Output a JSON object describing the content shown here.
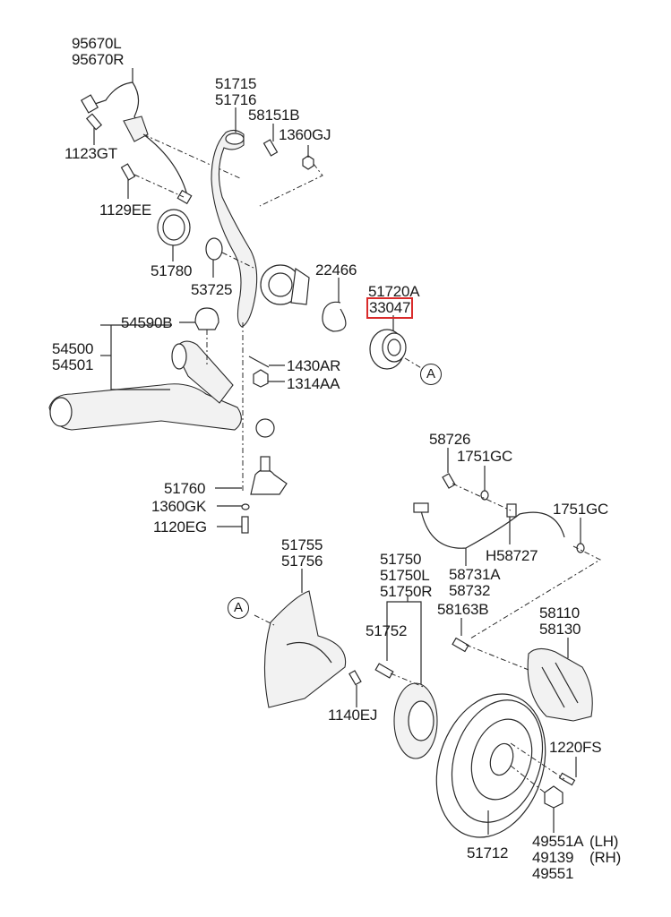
{
  "diagram": {
    "title": "Front Axle / Knuckle / Brake Exploded Parts Diagram",
    "highlight_color": "#d92b2b",
    "highlighted_part": "33047",
    "reference_marker": "A",
    "labels": {
      "p95670": [
        "95670L",
        "95670R"
      ],
      "p1123GT": [
        "1123GT"
      ],
      "p1129EE": [
        "1129EE"
      ],
      "p51715": [
        "51715",
        "51716"
      ],
      "p58151B": [
        "58151B"
      ],
      "p1360GJ": [
        "1360GJ"
      ],
      "p51780": [
        "51780"
      ],
      "p53725": [
        "53725"
      ],
      "p22466": [
        "22466"
      ],
      "p51720A": [
        "51720A"
      ],
      "p33047": [
        "33047"
      ],
      "p54590B": [
        "54590B"
      ],
      "p54500": [
        "54500",
        "54501"
      ],
      "p1430AR": [
        "1430AR"
      ],
      "p1314AA": [
        "1314AA"
      ],
      "p51760": [
        "51760"
      ],
      "p1360GK": [
        "1360GK"
      ],
      "p1120EG": [
        "1120EG"
      ],
      "p58726": [
        "58726"
      ],
      "p1751GC_a": [
        "1751GC"
      ],
      "p1751GC_b": [
        "1751GC"
      ],
      "pH58727": [
        "H58727"
      ],
      "p58731A": [
        "58731A",
        "58732"
      ],
      "p51755": [
        "51755",
        "51756"
      ],
      "p51750": [
        "51750",
        "51750L",
        "51750R"
      ],
      "p58163B": [
        "58163B"
      ],
      "p58110": [
        "58110",
        "58130"
      ],
      "p51752": [
        "51752"
      ],
      "p1140EJ": [
        "1140EJ"
      ],
      "p1220FS": [
        "1220FS"
      ],
      "p51712": [
        "51712"
      ],
      "p49551": [
        "49551A",
        "49139",
        "49551"
      ],
      "side_lh": "(LH)",
      "side_rh": "(RH)"
    }
  }
}
